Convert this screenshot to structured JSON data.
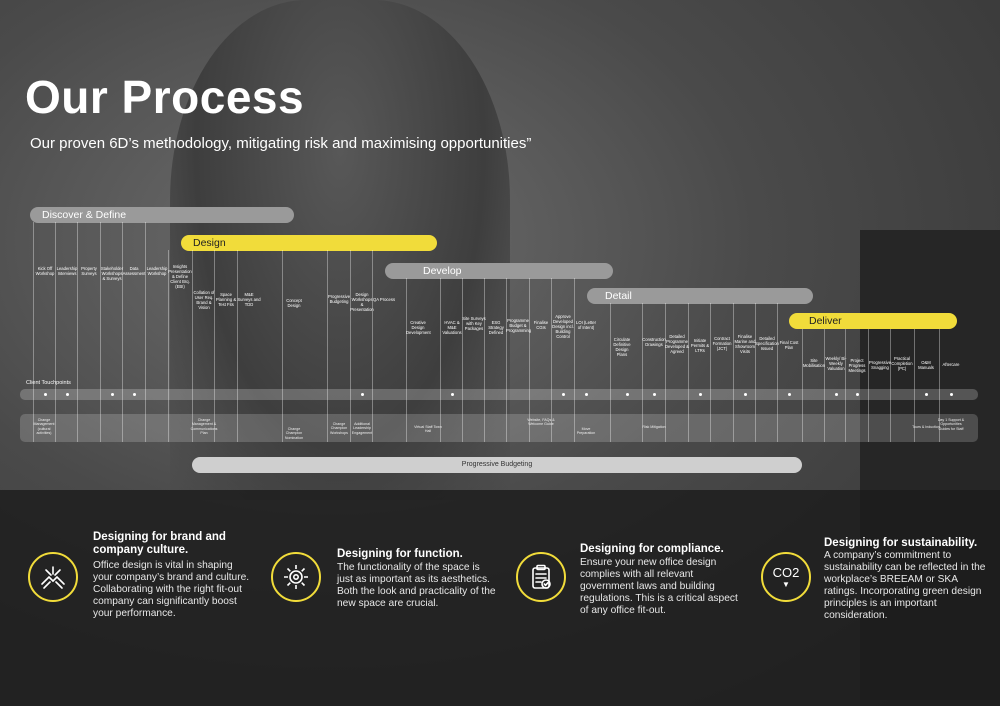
{
  "header": {
    "title": "Our Process",
    "subtitle": "Our proven 6D’s methodology, mitigating risk and maximising opportunities”"
  },
  "phases": [
    {
      "name": "Discover & Define",
      "color": "#9a9a9a"
    },
    {
      "name": "Design",
      "color": "#f1dc3a"
    },
    {
      "name": "Develop",
      "color": "#9a9a9a"
    },
    {
      "name": "Detail",
      "color": "#9a9a9a"
    },
    {
      "name": "Deliver",
      "color": "#f1dc3a"
    }
  ],
  "steps": [
    "Kick Off Workshop",
    "Leadership Interviews",
    "Property Surveys",
    "Stakeholder Workshops & Surveys",
    "Data Assessment",
    "Leadership Workshop",
    "Insights Presentation & Define Client Brq. (EBI)",
    "Collation of User Req. Brand & Vision",
    "Space Planning & Test Fits",
    "M&E Surveys and TDD",
    "Concept Design",
    "Progressive Budgeting",
    "Design Workshops & Presentation",
    "QA Process",
    "Creative Design Development",
    "HVAC & M&E Valuations",
    "Site Surveys with Key Packages",
    "ESG Strategy Defined",
    "Programme Budget & Programming",
    "Finalise CGIs",
    "Approve Developed Design incl. Building Control",
    "LOI (Letter of Intent)",
    "Circulate Definitive Design Plans",
    "Construction Drawings",
    "Detailed Programme Developed & Agreed",
    "Initiate Permits & LTRs",
    "Contract Formation (JCT)",
    "Finalise Marine and Showroom Visits",
    "Detailed Specification Issued",
    "Final Cost Plan",
    "Site Mobilisation",
    "Weekly/ Bi-Weekly Valuation",
    "Project Progress Meetings",
    "Progressive Snagging",
    "Practical Completion (PC)",
    "O&M Manuals",
    "Aftercare"
  ],
  "touchpoints_label": "Client Touchpoints",
  "change_management": [
    "Change Management (cultural activities)",
    "Change Management & Communications Plan",
    "Change Champion Nomination",
    "Change Champion Workshops",
    "Additional Leadership Engagement",
    "Virtual Staff Town Hall",
    "Website, FAQs & Welcome Guide",
    "Move Preparation",
    "Risk Mitigation",
    "Tours & Induction",
    "Day 1 Support & Opportunities Guides for Staff"
  ],
  "budgeting_label": "Progressive Budgeting",
  "pillars": [
    {
      "icon": "hands-together-icon",
      "heading": "Designing for brand and company culture.",
      "body": "Office design is vital in shaping your company’s brand and culture. Collaborating with the right fit-out company can significantly boost your performance."
    },
    {
      "icon": "cog-icon",
      "heading": "Designing for function.",
      "body": "The functionality of the space is just as important as its aesthetics. Both the look and practicality of the new space are crucial."
    },
    {
      "icon": "clipboard-check-icon",
      "heading": "Designing for compliance.",
      "body": "Ensure your new office design complies with all relevant government laws and building regulations. This is a critical aspect of any office fit-out."
    },
    {
      "icon": "co2-icon",
      "icon_text": "CO2",
      "heading": "Designing for sustainability.",
      "body": "A company’s commitment to sustainability can be reflected in the workplace’s BREEAM or SKA ratings. Incorporating green design principles is an important consideration."
    }
  ],
  "colors": {
    "accent": "#f1dc3a",
    "phase_gray": "#9a9a9a",
    "band": "#cfcfcf"
  }
}
